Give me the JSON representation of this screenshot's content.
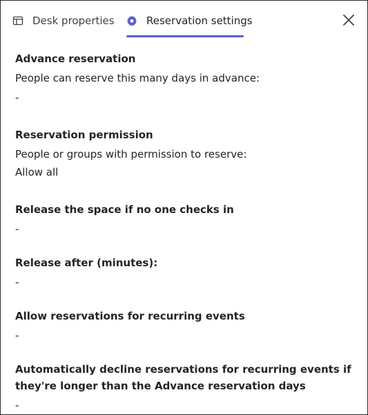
{
  "tabs": {
    "desk_properties": "Desk properties",
    "reservation_settings": "Reservation settings"
  },
  "icons": {
    "desk": "desk-properties-icon",
    "settings": "gear-icon",
    "close": "close-icon"
  },
  "colors": {
    "accent": "#5b5fc7",
    "text": "#242424"
  },
  "sections": {
    "advance_reservation": {
      "title": "Advance reservation",
      "description": "People can reserve this many days in advance:",
      "value": "-"
    },
    "reservation_permission": {
      "title": "Reservation permission",
      "description": "People or groups with permission to reserve:",
      "value": "Allow all"
    },
    "release_no_checkin": {
      "title": "Release the space if no one checks in",
      "value": "-"
    },
    "release_after": {
      "title": "Release after (minutes):",
      "value": "-"
    },
    "recurring_events": {
      "title": "Allow reservations for recurring events",
      "value": "-"
    },
    "auto_decline": {
      "title": "Automatically decline reservations for recurring events if they're longer than the Advance reservation days",
      "value": "-"
    }
  }
}
